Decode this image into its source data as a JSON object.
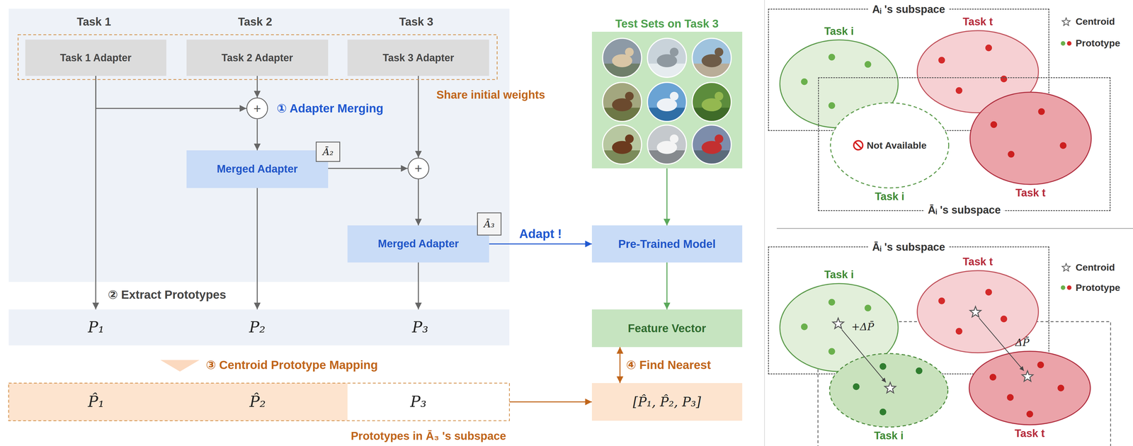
{
  "diagram": {
    "nodes": [
      {
        "text": [
          "Task 1 Adapter"
        ]
      },
      {
        "text": [
          "Task 2 Adapter"
        ]
      },
      {
        "text": [
          "Task 3 Adapter"
        ]
      },
      {
        "text": [
          "+"
        ]
      },
      {
        "text": [
          "Merged Adapter"
        ]
      },
      {
        "text": [
          "Ā₂"
        ],
        "in": 4
      },
      {
        "text": [
          "+"
        ]
      },
      {
        "text": [
          "Merged Adapter"
        ]
      },
      {
        "text": [
          "Ā₃"
        ],
        "in": 7
      },
      {
        "text": [
          "P₁"
        ]
      },
      {
        "text": [
          "P₂"
        ]
      },
      {
        "text": [
          "P₃"
        ]
      },
      {
        "text": [
          "P̂₁"
        ]
      },
      {
        "text": [
          "P̂₂"
        ]
      },
      {
        "text": [
          "P₃"
        ]
      },
      {
        "text": [
          "Test Sets on Task 3"
        ]
      },
      {
        "text": [
          "Pre-Trained Model"
        ]
      },
      {
        "text": [
          "Feature Vector"
        ]
      },
      {
        "text": [
          "[P̂₁, P̂₂, P₃]"
        ]
      },
      {
        "text": [
          "Aᵢ 's subspace"
        ]
      },
      {
        "text": [
          "Task i"
        ],
        "in": 19
      },
      {
        "text": [
          "Task t"
        ],
        "in": 19
      },
      {
        "text": [
          "Āᵢ 's subspace"
        ]
      },
      {
        "text": [
          "Not Available",
          "Task i"
        ],
        "in": 22
      },
      {
        "text": [
          "Task t"
        ],
        "in": 22
      },
      {
        "text": [
          "Āᵢ 's subspace"
        ]
      },
      {
        "text": [
          "Task i"
        ],
        "in": 25
      },
      {
        "text": [
          "Task t"
        ],
        "in": 25
      },
      {
        "text": [
          "Task i"
        ]
      },
      {
        "text": [
          "Task t"
        ]
      }
    ],
    "edges": [
      {
        "from": 0,
        "to": 9,
        "arrow": "to"
      },
      {
        "from": 0,
        "to": 3,
        "arrow": "to"
      },
      {
        "from": 1,
        "to": 3,
        "arrow": "to"
      },
      {
        "from": 3,
        "to": 4,
        "arrow": "to"
      },
      {
        "from": 4,
        "to": 6,
        "arrow": "to"
      },
      {
        "from": 2,
        "to": 6,
        "arrow": "to"
      },
      {
        "from": 6,
        "to": 7,
        "arrow": "to"
      },
      {
        "from": 4,
        "to": 10,
        "arrow": "to"
      },
      {
        "from": 7,
        "to": 11,
        "arrow": "to"
      },
      {
        "from": 7,
        "to": 16,
        "label": "Adapt !",
        "arrow": "to"
      },
      {
        "from": 15,
        "to": 16,
        "arrow": "to"
      },
      {
        "from": 16,
        "to": 17,
        "arrow": "to"
      },
      {
        "from": 17,
        "to": 18,
        "label": "④ Find Nearest",
        "arrow": "both"
      },
      {
        "from": 14,
        "to": 18,
        "arrow": "to"
      }
    ],
    "labels": [
      "Task 1",
      "Task 2",
      "Task 3",
      "① Adapter Merging",
      "Share initial weights",
      "② Extract Prototypes",
      "③ Centroid Prototype Mapping",
      "Prototypes in  Ā₃ 's subspace",
      "+ΔP̄",
      "ΔP̄"
    ],
    "legend": [
      {
        "text": "Centroid"
      },
      {
        "text": "Prototype"
      },
      {
        "text": "Centroid"
      },
      {
        "text": "Prototype"
      }
    ]
  }
}
